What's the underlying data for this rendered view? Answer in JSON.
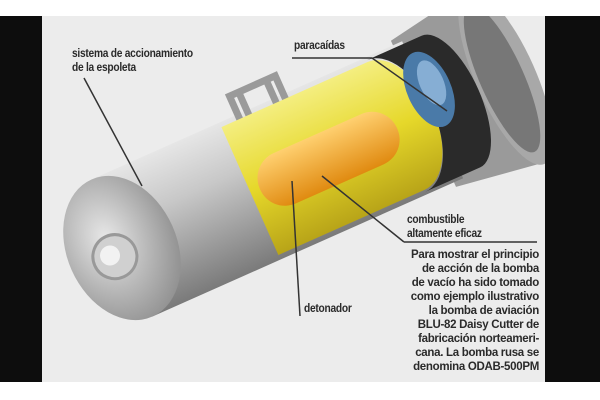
{
  "labels": {
    "fuze_system_line1": "sistema de accionamiento",
    "fuze_system_line2": "de la espoleta",
    "parachute": "paracaídas",
    "fuel_line1": "combustible",
    "fuel_line2": "altamente eficaz",
    "detonator": "detonador"
  },
  "note_lines": [
    "Para mostrar el principio",
    "de acción de la bomba",
    "de vacío ha sido tomado",
    "como ejemplo ilustrativo",
    "la bomba de aviación",
    "BLU-82 Daisy Cutter de",
    "fabricación norteameri-",
    "cana. La bomba rusa se",
    "denomina ODAB-500PM"
  ],
  "colors": {
    "fuel": "#e8dc2a",
    "detonator": "#f0a020",
    "parachute": "#4a7aa8",
    "casing": "#b8b8b8"
  }
}
